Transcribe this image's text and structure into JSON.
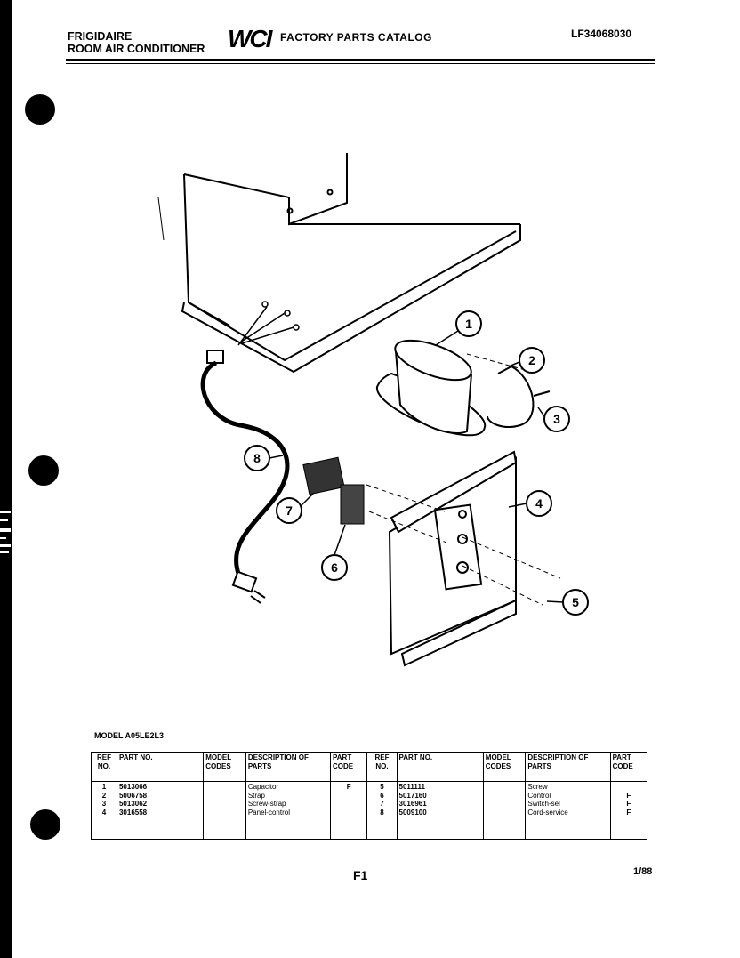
{
  "header": {
    "brand": "FRIGIDAIRE",
    "product": "ROOM AIR CONDITIONER",
    "logo_text": "WCI",
    "catalog_title": "FACTORY PARTS CATALOG",
    "catalog_code": "LF34068030"
  },
  "diagram": {
    "callouts": [
      "1",
      "2",
      "3",
      "4",
      "5",
      "6",
      "7",
      "8"
    ]
  },
  "model_line": "MODEL A05LE2L3",
  "table": {
    "headers": {
      "ref": "REF NO.",
      "part": "PART NO.",
      "model_codes": "MODEL CODES",
      "description": "DESCRIPTION OF PARTS",
      "part_code": "PART CODE"
    },
    "left": {
      "refs": "1\n2\n3\n4",
      "parts": "5013066\n5006758\n5013062\n3016558",
      "codes": "",
      "descriptions": "Capacitor\nStrap\nScrew-strap\nPanel-control",
      "part_codes": "F\n\n\n"
    },
    "right": {
      "refs": "5\n6\n7\n8",
      "parts": "5011111\n5017160\n3016961\n5009100",
      "codes": "",
      "descriptions": "Screw\nControl\nSwitch-sel\nCord-service",
      "part_codes": "\nF\nF\nF"
    }
  },
  "footer": {
    "page": "F1",
    "date": "1/88"
  }
}
